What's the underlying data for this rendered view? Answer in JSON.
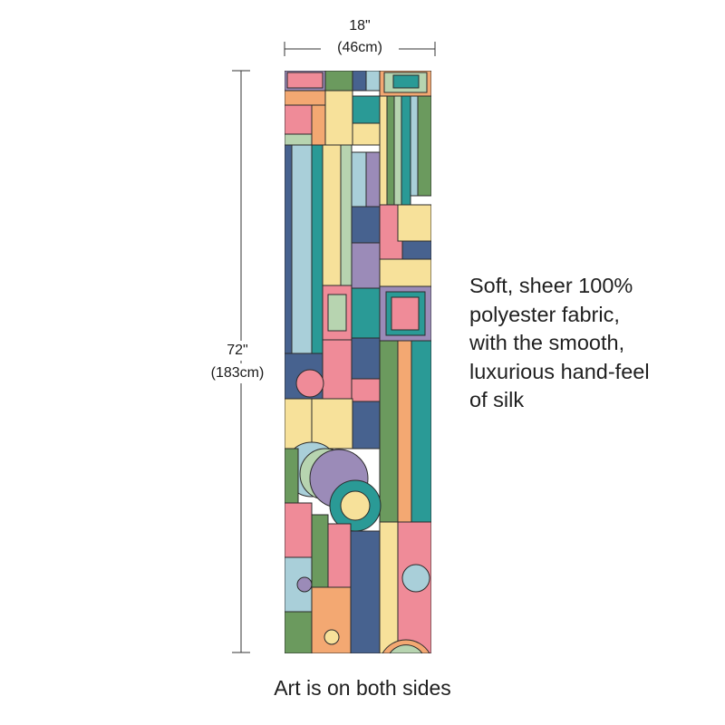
{
  "dimensions": {
    "width_in": "18\"",
    "width_cm": "(46cm)",
    "height_in": "72\"",
    "height_cm": "(183cm)"
  },
  "description_lines": [
    "Soft, sheer 100%",
    "polyester fabric,",
    "with the smooth,",
    "luxurious hand-feel",
    "of silk"
  ],
  "caption": "Art is on both sides",
  "palette": {
    "pink": "#ef8b98",
    "teal": "#2a9a96",
    "yellow": "#f7e19a",
    "green": "#6b9a5e",
    "navy": "#47628f",
    "lavender": "#9b8bb8",
    "lightblue": "#a9cfd9",
    "orange": "#f3a872",
    "sage": "#b7d4b0",
    "outline": "#2b2b2b"
  }
}
